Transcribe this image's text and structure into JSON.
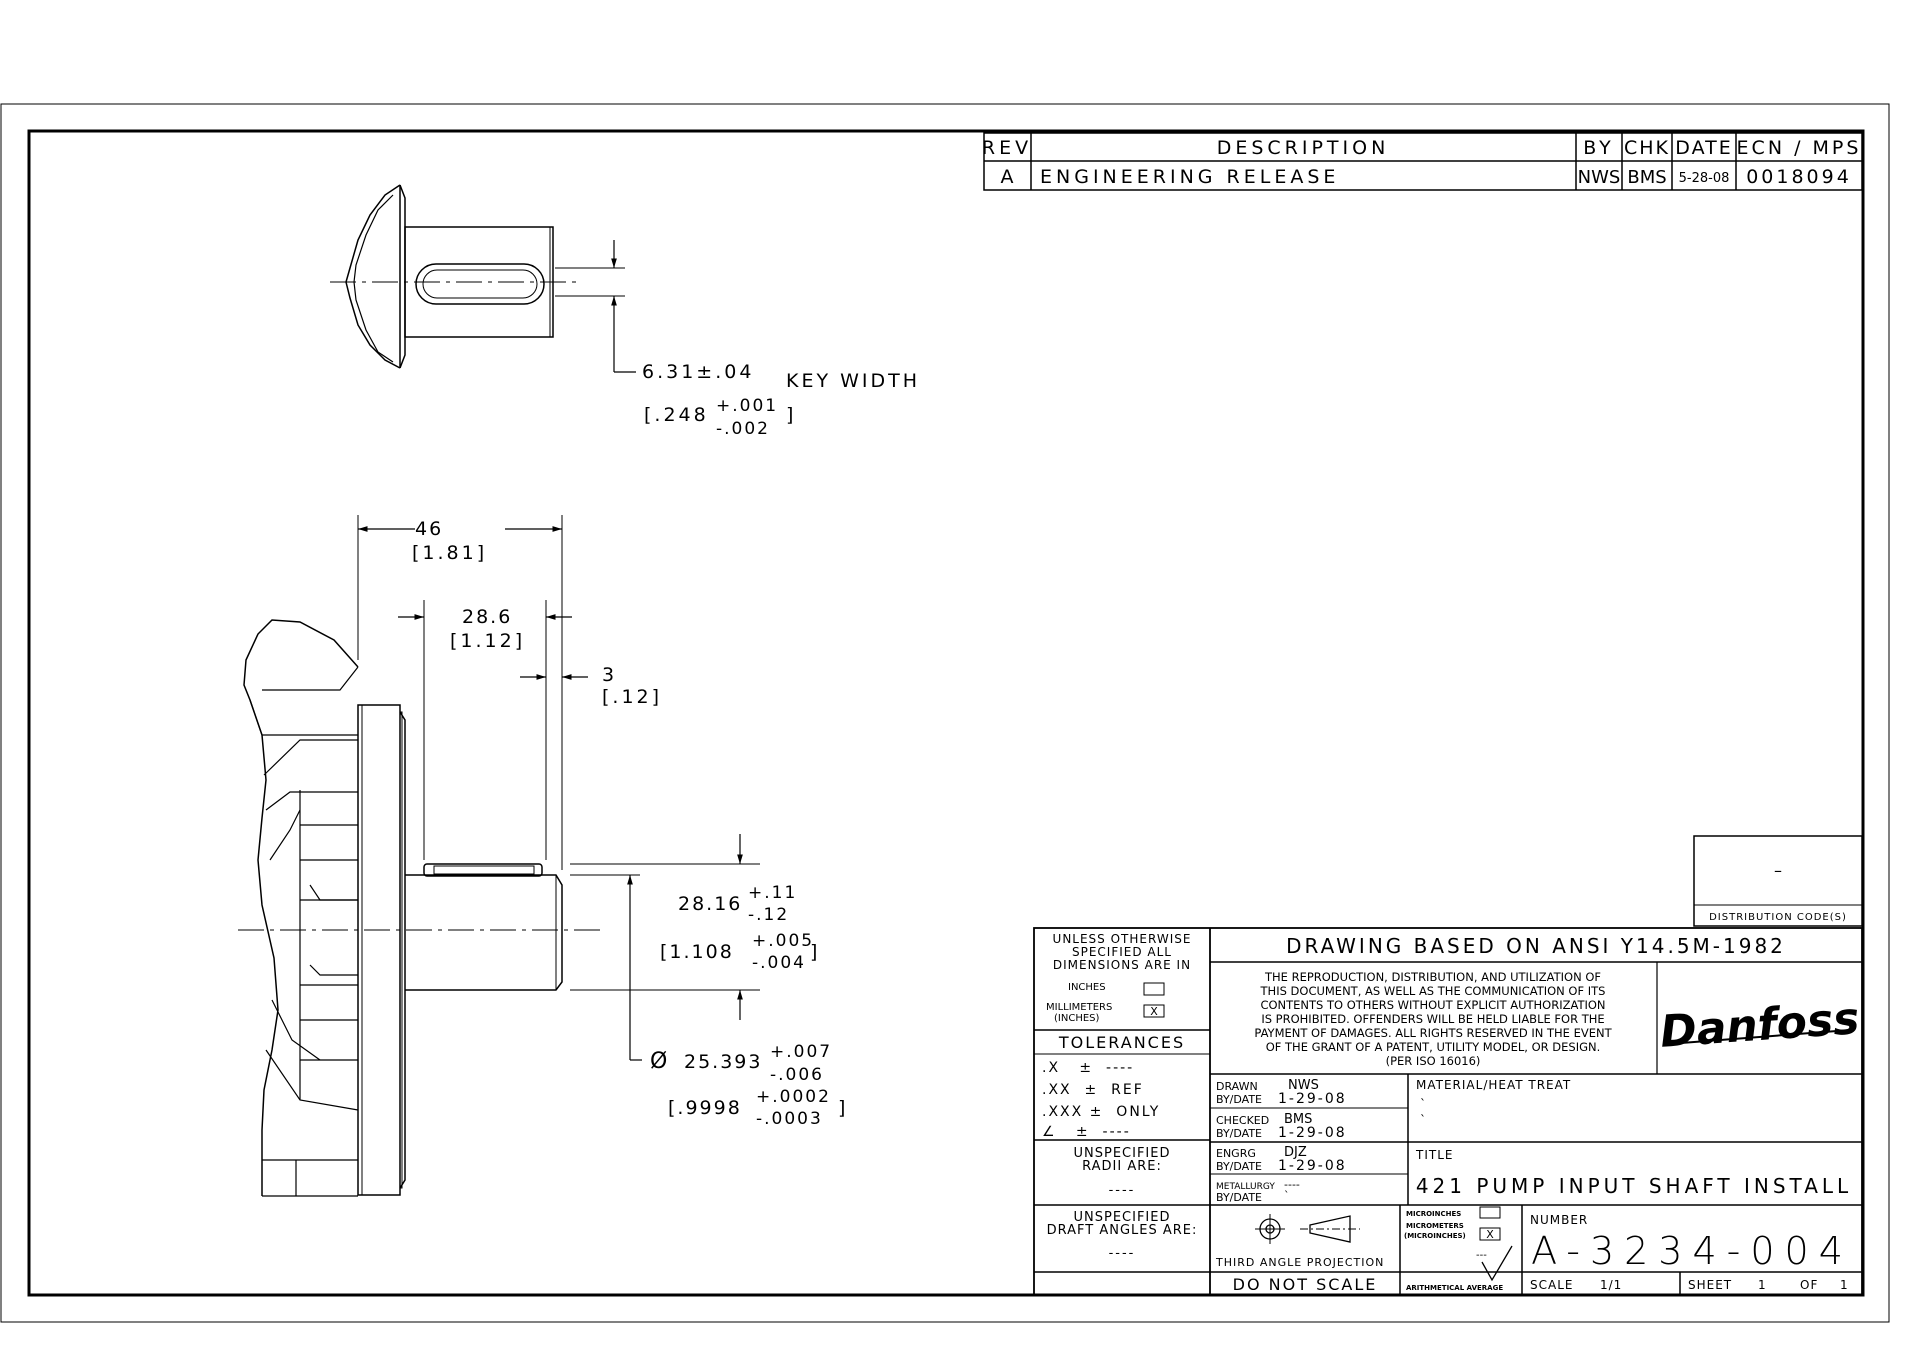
{
  "revision_block": {
    "headers": {
      "rev": "REV",
      "description": "DESCRIPTION",
      "by": "BY",
      "chk": "CHK",
      "date": "DATE",
      "ecn": "ECN / MPS"
    },
    "row": {
      "rev": "A",
      "description": "ENGINEERING RELEASE",
      "by": "NWS",
      "chk": "BMS",
      "date": "5-28-08",
      "ecn": "0018094"
    }
  },
  "dimensions": {
    "key_width_mm": "6.31±.04",
    "key_width_label": "KEY WIDTH",
    "key_width_in_base": "[.248",
    "key_width_in_plus": "+.001",
    "key_width_in_minus": "-.002",
    "key_width_in_close": "]",
    "len_46_mm": "46",
    "len_46_in": "[1.81]",
    "len_286_mm": "28.6",
    "len_286_in": "[1.12]",
    "len_3_mm": "3",
    "len_3_in": "[.12]",
    "d_2816_base": "28.16",
    "d_2816_plus": "+.11",
    "d_2816_minus": "-.12",
    "d_1108_base": "[1.108",
    "d_1108_plus": "+.005",
    "d_1108_minus": "-.004",
    "d_1108_close": "]",
    "dia_symbol": "Ø",
    "dia_base": "25.393",
    "dia_plus": "+.007",
    "dia_minus": "-.006",
    "dia_in_base": "[.9998",
    "dia_in_plus": "+.0002",
    "dia_in_minus": "-.0003",
    "dia_in_close": "]"
  },
  "distribution": {
    "value": "–",
    "label": "DISTRIBUTION CODE(S)"
  },
  "title_block": {
    "unless_line1": "UNLESS OTHERWISE",
    "unless_line2": "SPECIFIED ALL",
    "unless_line3": "DIMENSIONS ARE IN",
    "inches": "INCHES",
    "millimeters_line1": "MILLIMETERS",
    "millimeters_line2": "(INCHES)",
    "mm_checked": "X",
    "tolerances": "TOLERANCES",
    "tol_x": ".X   ±  ----",
    "tol_xx": ".XX  ±  REF",
    "tol_xxx": ".XXX ±  ONLY",
    "tol_angle": "∠   ±  ----",
    "radii_line1": "UNSPECIFIED",
    "radii_line2": "RADII ARE:",
    "radii_value": "----",
    "draft_line1": "UNSPECIFIED",
    "draft_line2": "DRAFT ANGLES ARE:",
    "draft_value": "----",
    "standard": "DRAWING BASED ON ANSI Y14.5M-1982",
    "notice_lines": [
      "THE REPRODUCTION, DISTRIBUTION, AND UTILIZATION OF",
      "THIS DOCUMENT, AS WELL AS THE COMMUNICATION OF ITS",
      "CONTENTS TO OTHERS WITHOUT EXPLICIT AUTHORIZATION",
      "IS PROHIBITED.  OFFENDERS WILL BE HELD LIABLE FOR THE",
      "PAYMENT OF DAMAGES.  ALL RIGHTS RESERVED IN THE EVENT",
      "OF THE GRANT OF A PATENT, UTILITY MODEL, OR DESIGN.",
      "(PER ISO 16016)"
    ],
    "logo": "Danfoss",
    "drawn_label": "DRAWN",
    "drawn_by": "NWS",
    "drawn_bydate_label": "BY/DATE",
    "drawn_date": "1-29-08",
    "checked_label": "CHECKED",
    "checked_by": "BMS",
    "checked_bydate_label": "BY/DATE",
    "checked_date": "1-29-08",
    "engrg_label": "ENGRG",
    "engrg_by": "DJZ",
    "engrg_bydate_label": "BY/DATE",
    "engrg_date": "1-29-08",
    "metallurgy_label": "METALLURGY",
    "metallurgy_value": "----",
    "metallurgy_bydate_label": "BY/DATE",
    "metallurgy_date": "`",
    "material_label": "MATERIAL/HEAT TREAT",
    "material_line1": "`",
    "material_line2": "`",
    "title_label": "TITLE",
    "title": "421 PUMP INPUT SHAFT INSTALL",
    "projection": "THIRD ANGLE PROJECTION",
    "do_not_scale": "DO NOT SCALE",
    "microinches": "MICROINCHES",
    "micrometers_line1": "MICROMETERS",
    "micrometers_line2": "(MICROINCHES)",
    "micro_checked": "X",
    "finish_value": "---",
    "arithmetical": "ARITHMETICAL AVERAGE",
    "number_label": "NUMBER",
    "number": "A-3234-004",
    "scale_label": "SCALE",
    "scale": "1/1",
    "sheet_label": "SHEET",
    "sheet": "1",
    "of_label": "OF",
    "of": "1"
  }
}
